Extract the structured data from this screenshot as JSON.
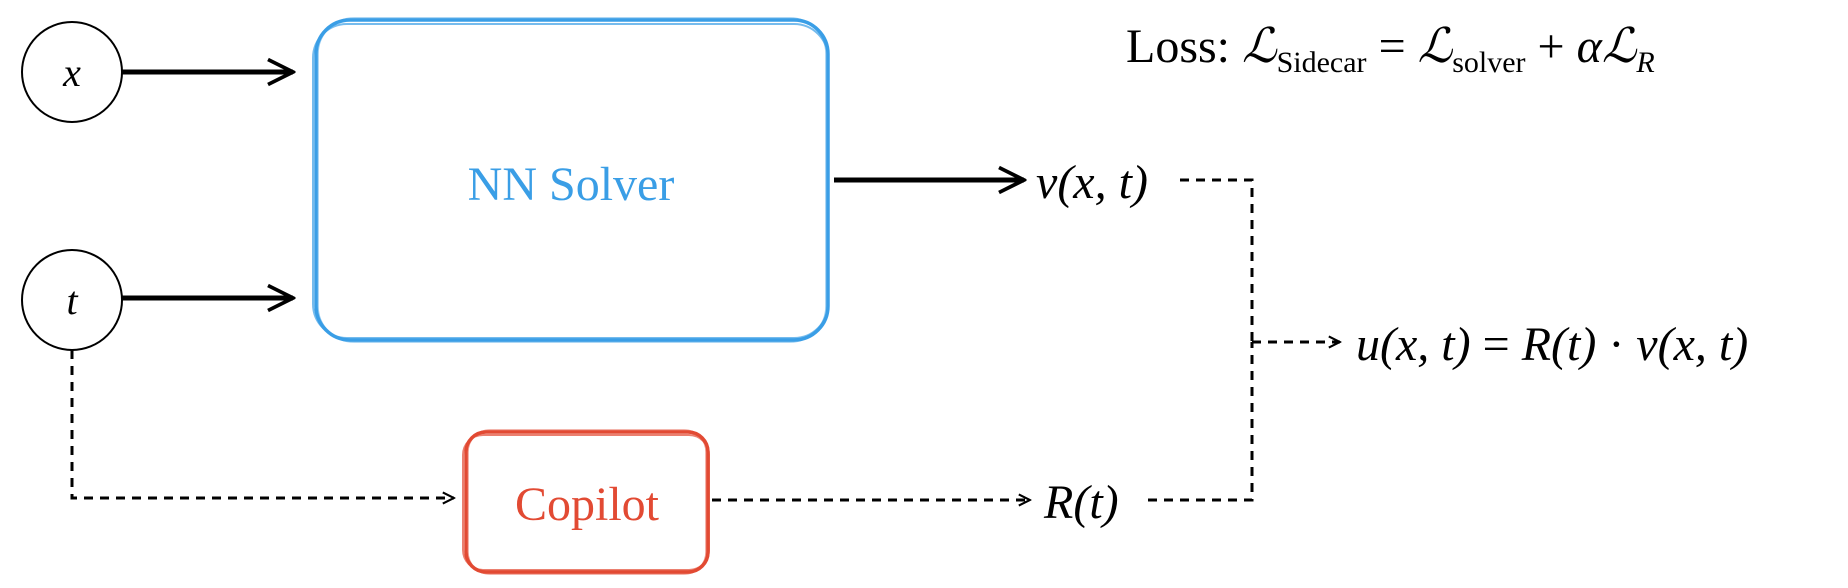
{
  "inputs": {
    "x": "x",
    "t": "t"
  },
  "nodes": {
    "solver_label": "NN Solver",
    "copilot_label": "Copilot"
  },
  "outputs": {
    "v_func": "v",
    "v_args": "(x, t)",
    "r_func": "R",
    "r_args": "(t)"
  },
  "equation": {
    "u_lhs": "u(x, t)",
    "equals": "=",
    "r_term": "R(t)",
    "dot": "·",
    "v_term": "v(x, t)"
  },
  "loss": {
    "prefix": "Loss:",
    "script_L": "ℒ",
    "sidecar_sub": "Sidecar",
    "equals": "=",
    "solver_sub": "solver",
    "plus": "+",
    "alpha": "α",
    "r_sub": "R"
  },
  "colors": {
    "solver": "#3a9ee6",
    "copilot": "#e24a33",
    "line": "#000000"
  }
}
